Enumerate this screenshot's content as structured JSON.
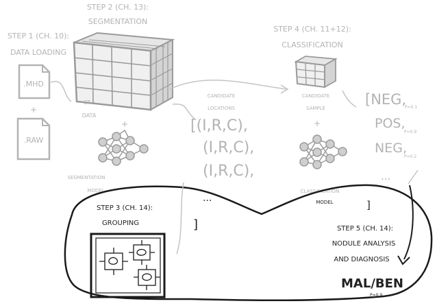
{
  "steps": {
    "step1_title": "STEP 1 (CH. 10):",
    "step1_subtitle": "DATA LOADING",
    "step2_title": "STEP 2 (CH. 13):",
    "step2_subtitle": "SEGMENTATION",
    "step3_title": "STEP 3 (CH. 14):",
    "step3_subtitle": "GROUPING",
    "step4_title": "STEP 4 (CH. 11+12):",
    "step4_subtitle": "CLASSIFICATION",
    "step5_title": "STEP 5 (CH. 14):",
    "step5_line2": "NODULE ANALYSIS",
    "step5_line3": "AND DIAGNOSIS"
  },
  "labels": {
    "mhd": ".MHD",
    "plus": "+",
    "raw": ".RAW",
    "ct_data_1": "CT",
    "ct_data_2": "DATA",
    "seg_model_1": "SEGMENTATION",
    "seg_model_2": "MODEL",
    "cand_loc_1": "CANDIDATE",
    "cand_loc_2": "LOCATIONS",
    "cand_samp_1": "CANDIDATE",
    "cand_samp_2": "SAMPLE",
    "class_model_1": "CLASSIFICATION",
    "class_model_2": "MODEL",
    "tuple1": "[(I,R,C),",
    "tuple2": "(I,R,C),",
    "tuple3": "(I,R,C),",
    "dots_left": "...",
    "bracket_close_left": "]",
    "neg1": "[NEG,",
    "neg1_p": "P=0.1",
    "pos": "POS,",
    "pos_p": "P=0.9",
    "neg2": "NEG,",
    "neg2_p": "P=0.2",
    "dots_right": "...",
    "bracket_close_right": "]",
    "mal_ben": "MAL/BEN",
    "mal_p": "P=0.9"
  },
  "colors": {
    "faded": "#b3b3b3",
    "ink": "#222222"
  }
}
